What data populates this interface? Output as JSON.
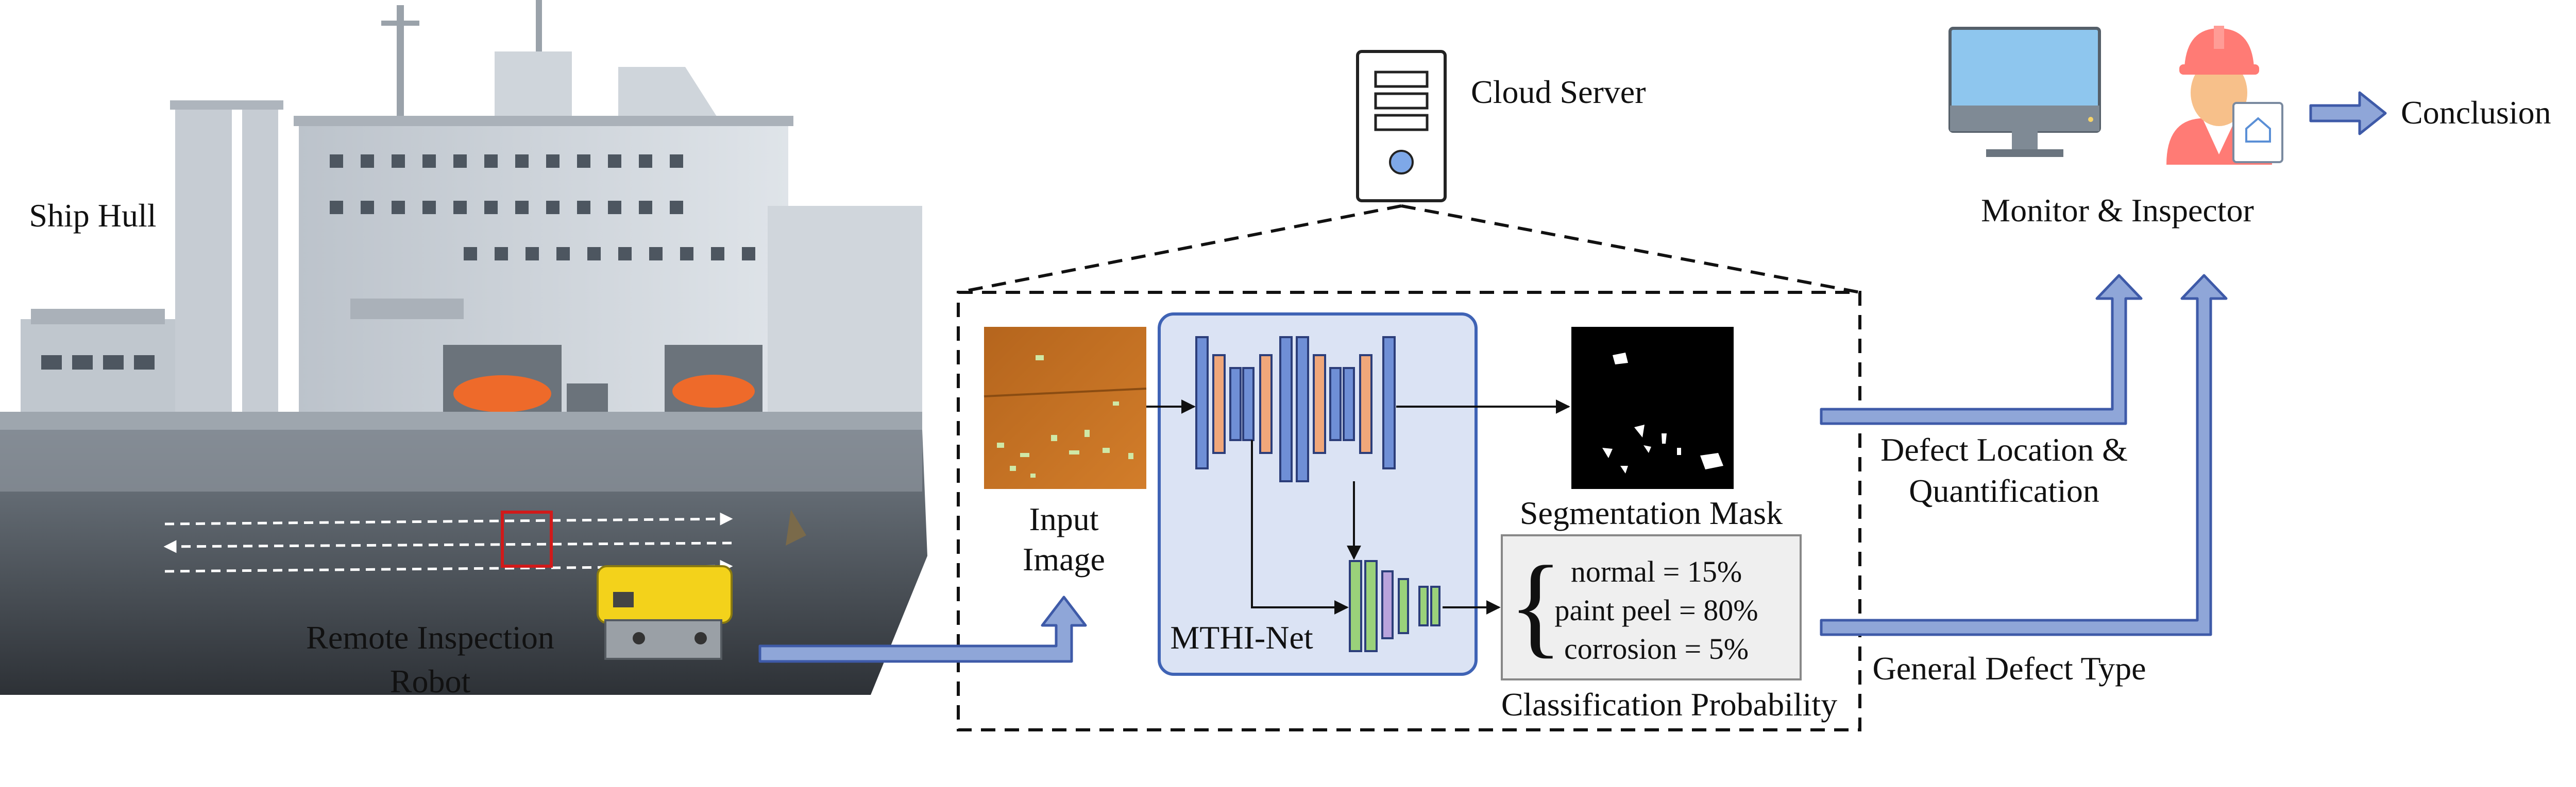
{
  "labels": {
    "ship_hull": "Ship Hull",
    "robot_line1": "Remote Inspection",
    "robot_line2": "Robot",
    "cloud_server": "Cloud Server",
    "input_line1": "Input",
    "input_line2": "Image",
    "network": "MTHI-Net",
    "segmentation_mask": "Segmentation Mask",
    "classification_probability": "Classification Probability",
    "defect_loc_line1": "Defect Location &",
    "defect_loc_line2": "Quantification",
    "general_defect_type": "General Defect Type",
    "monitor_inspector": "Monitor & Inspector",
    "conclusion": "Conclusion"
  },
  "classification": [
    "normal = 15%",
    "paint peel = 80%",
    "corrosion = 5%"
  ],
  "colors": {
    "arrow_fill": "#8fa6d8",
    "arrow_stroke": "#3e5aa8",
    "net_panel_fill": "#dbe3f4",
    "net_panel_stroke": "#3f63b5",
    "enc_blue": "#6f8fd6",
    "enc_orange": "#f0a77a",
    "cls_green": "#9ad17a",
    "cls_purple": "#b9a3dc",
    "monitor_blue": "#8ec6ee",
    "helmet_red": "#ff7b75",
    "robot_yellow": "#f3d21b",
    "rust_orange": "#c46e1e"
  },
  "icons": {
    "server": "server-icon",
    "monitor": "monitor-icon",
    "inspector": "inspector-icon",
    "robot": "robot-icon"
  }
}
